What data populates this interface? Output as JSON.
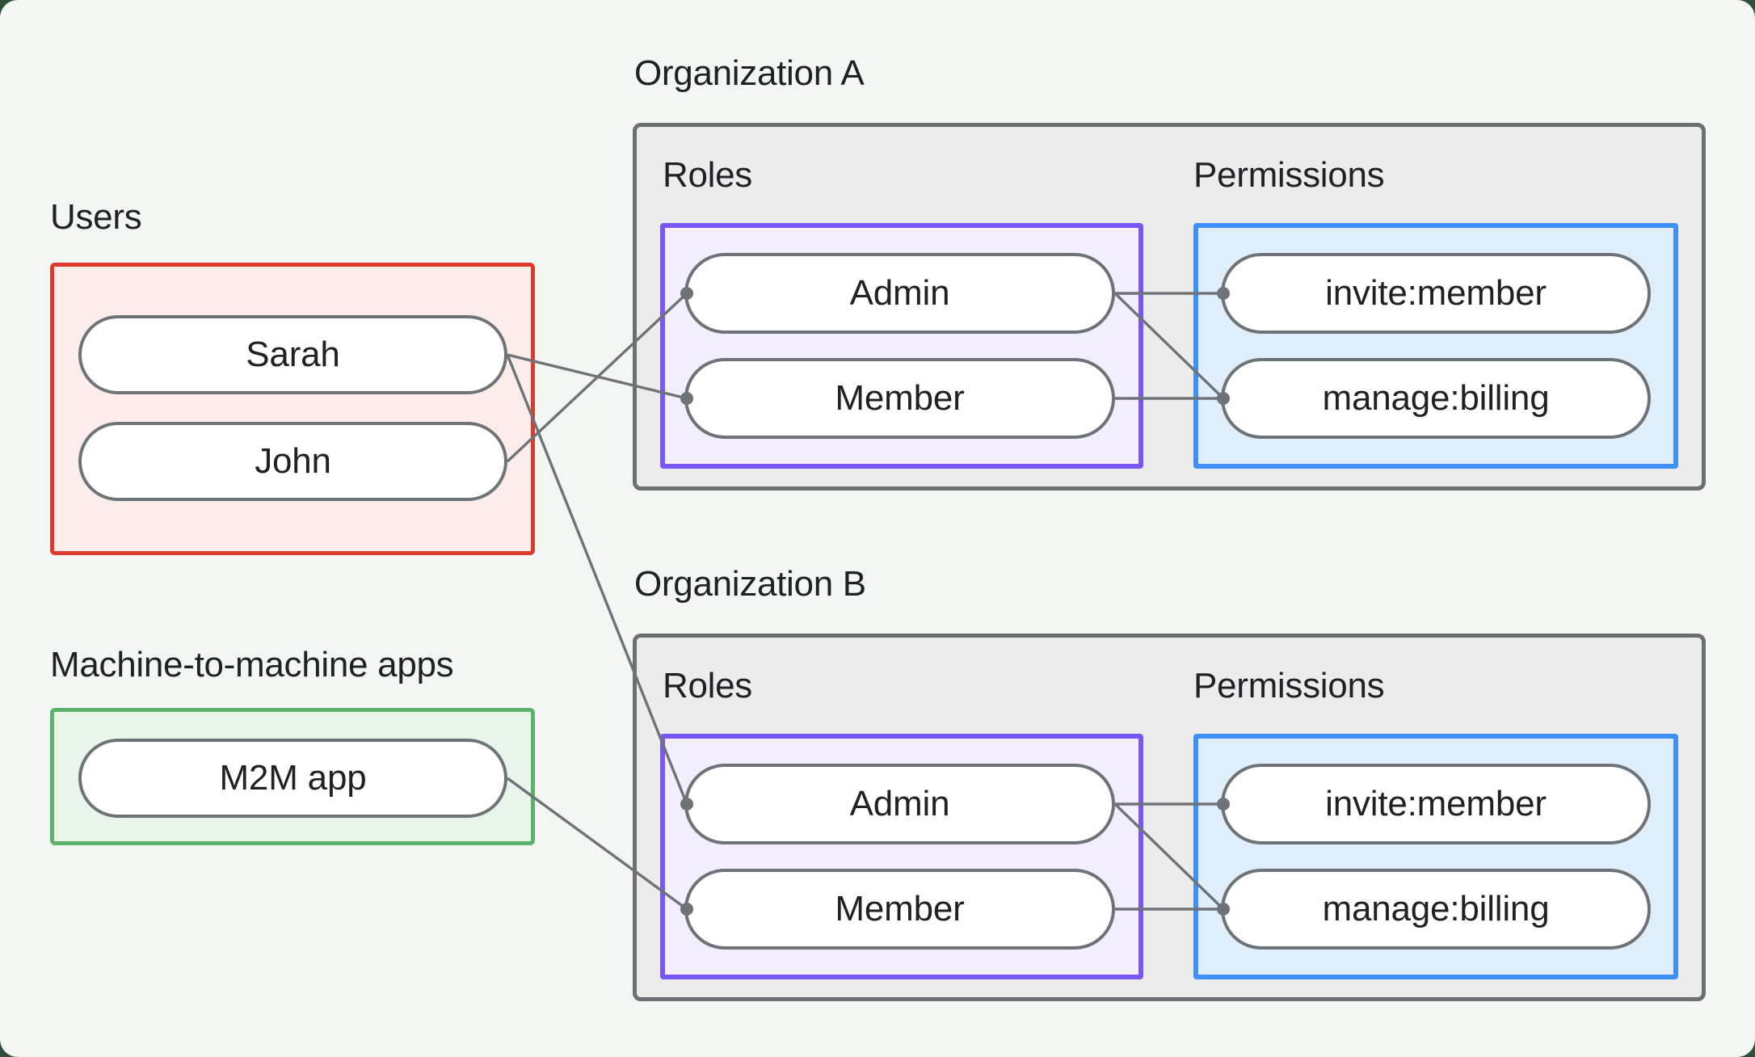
{
  "diagram": {
    "users": {
      "label": "Users",
      "items": [
        "Sarah",
        "John"
      ]
    },
    "m2m": {
      "label": "Machine-to-machine apps",
      "items": [
        "M2M app"
      ]
    },
    "orgs": [
      {
        "label": "Organization A",
        "roles_label": "Roles",
        "permissions_label": "Permissions",
        "roles": [
          "Admin",
          "Member"
        ],
        "permissions": [
          "invite:member",
          "manage:billing"
        ]
      },
      {
        "label": "Organization B",
        "roles_label": "Roles",
        "permissions_label": "Permissions",
        "roles": [
          "Admin",
          "Member"
        ],
        "permissions": [
          "invite:member",
          "manage:billing"
        ]
      }
    ],
    "connections": [
      {
        "from": "sarah",
        "to": "org_a.member"
      },
      {
        "from": "john",
        "to": "org_a.admin"
      },
      {
        "from": "sarah",
        "to": "org_b.admin"
      },
      {
        "from": "m2m_app",
        "to": "org_b.member"
      },
      {
        "from": "org_a.admin",
        "to": "org_a.invite_member"
      },
      {
        "from": "org_a.admin",
        "to": "org_a.manage_billing"
      },
      {
        "from": "org_a.member",
        "to": "org_a.manage_billing"
      },
      {
        "from": "org_b.admin",
        "to": "org_b.invite_member"
      },
      {
        "from": "org_b.admin",
        "to": "org_b.manage_billing"
      },
      {
        "from": "org_b.member",
        "to": "org_b.manage_billing"
      }
    ],
    "colors": {
      "page_background": "#f4f6f4",
      "outer_background": "#2f503b",
      "users_border": "#dc3a2d",
      "users_fill": "#fcecea",
      "m2m_border": "#5cb26a",
      "m2m_fill": "#e9f4ea",
      "org_border": "#6b7074",
      "org_fill": "#ececec",
      "roles_border": "#7a55f6",
      "roles_fill": "#f3eefd",
      "permissions_border": "#3f90f7",
      "permissions_fill": "#e0eefc",
      "pill_border": "#6e7378",
      "connector": "#6e7378",
      "text": "#1e2226"
    }
  }
}
